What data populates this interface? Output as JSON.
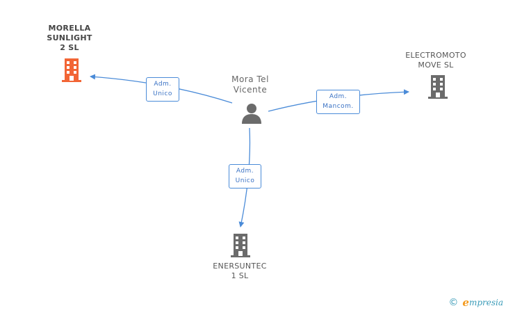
{
  "person": {
    "name_line1": "Mora Tel",
    "name_line2": "Vicente",
    "icon": "person-icon"
  },
  "companies": {
    "morella": {
      "name_line1": "MORELLA",
      "name_line2": "SUNLIGHT",
      "name_line3": "2 SL",
      "icon": "building-icon",
      "color": "#f26535"
    },
    "electromoto": {
      "name_line1": "ELECTROMOTO",
      "name_line2": "MOVE SL",
      "icon": "building-icon",
      "color": "#6b6b6b"
    },
    "enersuntec": {
      "name_line1": "ENERSUNTEC",
      "name_line2": "1 SL",
      "icon": "building-icon",
      "color": "#6b6b6b"
    }
  },
  "relations": {
    "to_morella": {
      "line1": "Adm.",
      "line2": "Unico"
    },
    "to_electromoto": {
      "line1": "Adm.",
      "line2": "Mancom."
    },
    "to_enersuntec": {
      "line1": "Adm.",
      "line2": "Unico"
    }
  },
  "colors": {
    "edge": "#4a8bd8",
    "person": "#6b6b6b"
  },
  "footer": {
    "copyright_symbol": "©",
    "brand_initial": "e",
    "brand_rest": "mpresia"
  }
}
